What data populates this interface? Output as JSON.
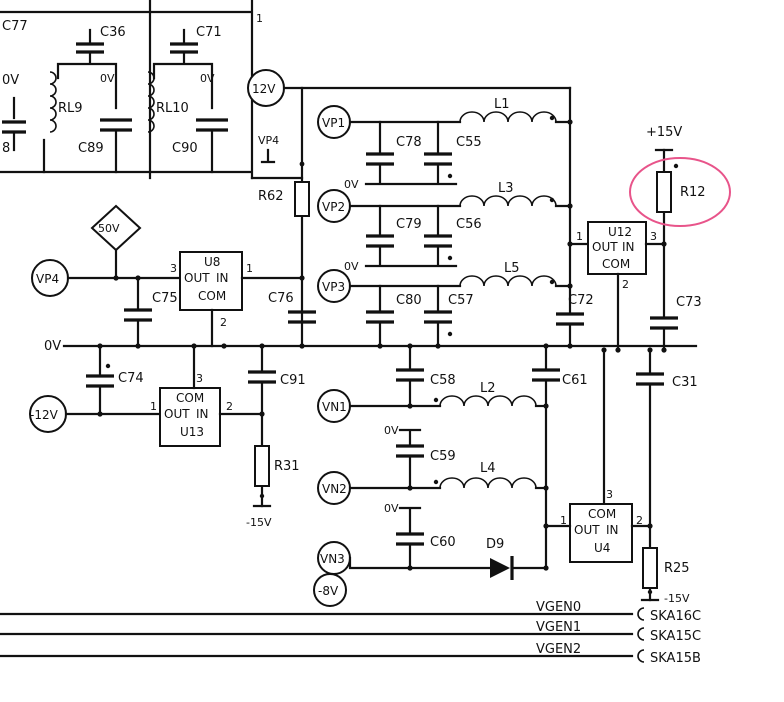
{
  "title": "",
  "supply_labels": {
    "p12v": "12V",
    "m12v": "-12V",
    "vp4": "VP4",
    "vp4_left": "VP4",
    "p50v": "50V",
    "vp1": "VP1",
    "vp2": "VP2",
    "vp3": "VP3",
    "vn1": "VN1",
    "vn2": "VN2",
    "vn3": "VN3",
    "m8v": "-8V",
    "p15v": "+15V",
    "m15v_a": "-15V",
    "m15v_b": "-15V",
    "ov_rail": "0V",
    "ov1": "0V",
    "ov2": "0V",
    "ov3": "0V",
    "ov4": "0V",
    "ov5": "0V",
    "ov6": "0V",
    "ov7": "0V",
    "v_top": "0V"
  },
  "components": {
    "c77": "C77",
    "c36": "C36",
    "c71": "C71",
    "rl9": "RL9",
    "rl10": "RL10",
    "c89": "C89",
    "c90": "C90",
    "c_left": "8",
    "r62": "R62",
    "c78": "C78",
    "c55": "C55",
    "c79": "C79",
    "c56": "C56",
    "c80": "C80",
    "c57": "C57",
    "l1": "L1",
    "l3": "L3",
    "l5": "L5",
    "c72": "C72",
    "c73": "C73",
    "r12": "R12",
    "c75": "C75",
    "c76": "C76",
    "c74": "C74",
    "c91": "C91",
    "r31": "R31",
    "c58": "C58",
    "c61": "C61",
    "c31": "C31",
    "l2": "L2",
    "c59": "C59",
    "l4": "L4",
    "c60": "C60",
    "d9": "D9",
    "r25": "R25"
  },
  "ics": {
    "u8": {
      "name": "U8",
      "out": "OUT",
      "in": "IN",
      "com": "COM",
      "p1": "1",
      "p2": "2",
      "p3": "3"
    },
    "u12": {
      "name": "U12",
      "out": "OUT",
      "in": "IN",
      "com": "COM",
      "p1": "1",
      "p2": "2",
      "p3": "3"
    },
    "u13": {
      "name": "U13",
      "out": "OUT",
      "in": "IN",
      "com": "COM",
      "p1": "1",
      "p2": "2",
      "p3": "3"
    },
    "u4": {
      "name": "U4",
      "out": "OUT",
      "in": "IN",
      "com": "COM",
      "p1": "1",
      "p2": "2",
      "p3": "3"
    }
  },
  "top_pin": "1",
  "signals": {
    "vgen0": "VGEN0",
    "vgen1": "VGEN1",
    "vgen2": "VGEN2",
    "ska16c": "SKA16C",
    "ska15c": "SKA15C",
    "ska15b": "SKA15B"
  },
  "highlight_color": "#e8548a"
}
